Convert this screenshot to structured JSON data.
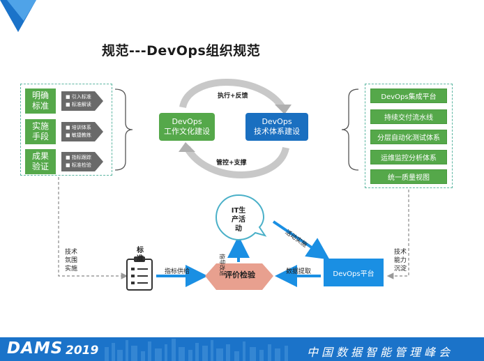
{
  "title": "规范---DevOps组织规范",
  "left_groups": [
    {
      "label": "明确\n标准",
      "items": [
        "引入标准",
        "标准解读"
      ]
    },
    {
      "label": "实施\n手段",
      "items": [
        "培训体系",
        "敏捷教练"
      ]
    },
    {
      "label": "成果\n验证",
      "items": [
        "指标跟踪",
        "标准检验"
      ]
    }
  ],
  "right_items": [
    "DevOps集成平台",
    "持续交付流水线",
    "分层自动化测试体系",
    "运维监控分析体系",
    "统一质量视图"
  ],
  "cycle": {
    "left": "DevOps\n工作文化建设",
    "right": "DevOps\n技术体系建设",
    "top_label": "执行+反馈",
    "bottom_label": "管控+支撑"
  },
  "left_note": "技术\n氛围\n实施",
  "right_note": "技术\n能力\n沉淀",
  "standard_label": "标\n准",
  "indicator_label": "指标供给",
  "evaluation_label": "评价检验",
  "it_label": "IT生\n产活\n动",
  "guide_label": "指导改进",
  "activity_label": "活动实施",
  "data_label": "数据提取",
  "platform_label": "DevOps平台",
  "footer": {
    "brand": "DAMS",
    "year": "2019",
    "conference": "中国数据智能管理峰会"
  },
  "colors": {
    "green": "#55a84a",
    "blue": "#1a8fe3",
    "dark_blue": "#1b73c9",
    "teal_dash": "#5ab5a0",
    "eval_fill": "#e8a08f"
  }
}
